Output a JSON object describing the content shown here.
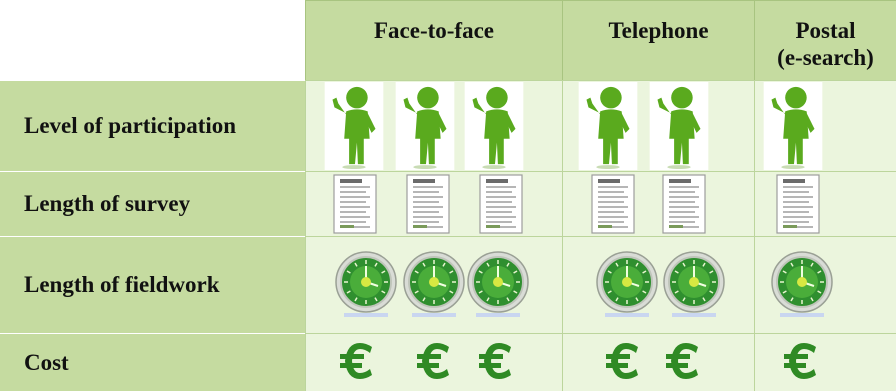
{
  "columns": [
    "Face-to-face",
    "Telephone",
    "Postal (e-search)"
  ],
  "column_lines": [
    [
      "Face-to-face"
    ],
    [
      "Telephone"
    ],
    [
      "Postal",
      "(e-search)"
    ]
  ],
  "rows": [
    {
      "label": "Level of participation",
      "icon": "green-person-thumbs-up-icon",
      "counts": [
        3,
        2,
        1
      ]
    },
    {
      "label": "Length of survey",
      "icon": "survey-document-icon",
      "counts": [
        3,
        2,
        1
      ]
    },
    {
      "label": "Length of fieldwork",
      "icon": "green-clock-icon",
      "counts": [
        3,
        2,
        1
      ]
    },
    {
      "label": "Cost",
      "icon": "euro-sign-icon",
      "counts": [
        3,
        2,
        1
      ]
    }
  ],
  "colors": {
    "header_bg": "#c5dba0",
    "body_bg": "#ebf5dd",
    "icon_green": "#5aaa1e",
    "euro_green": "#2f8a24"
  }
}
